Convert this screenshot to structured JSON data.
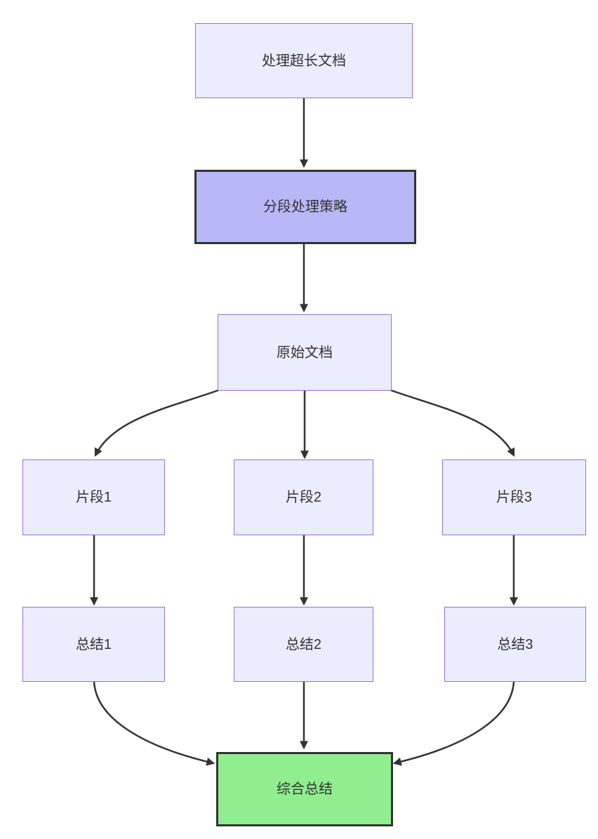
{
  "diagram": {
    "type": "flowchart",
    "direction": "top-down",
    "nodes": {
      "start": {
        "label": "处理超长文档",
        "style": "default"
      },
      "strategy": {
        "label": "分段处理策略",
        "style": "highlight"
      },
      "source": {
        "label": "原始文档",
        "style": "default"
      },
      "segment1": {
        "label": "片段1",
        "style": "default"
      },
      "segment2": {
        "label": "片段2",
        "style": "default"
      },
      "segment3": {
        "label": "片段3",
        "style": "default"
      },
      "summary1": {
        "label": "总结1",
        "style": "default"
      },
      "summary2": {
        "label": "总结2",
        "style": "default"
      },
      "summary3": {
        "label": "总结3",
        "style": "default"
      },
      "final": {
        "label": "综合总结",
        "style": "final"
      }
    },
    "edges": [
      {
        "from": "start",
        "to": "strategy"
      },
      {
        "from": "strategy",
        "to": "source"
      },
      {
        "from": "source",
        "to": "segment1"
      },
      {
        "from": "source",
        "to": "segment2"
      },
      {
        "from": "source",
        "to": "segment3"
      },
      {
        "from": "segment1",
        "to": "summary1"
      },
      {
        "from": "segment2",
        "to": "summary2"
      },
      {
        "from": "segment3",
        "to": "summary3"
      },
      {
        "from": "summary1",
        "to": "final"
      },
      {
        "from": "summary2",
        "to": "final"
      },
      {
        "from": "summary3",
        "to": "final"
      }
    ],
    "colors": {
      "background": "#ffffff",
      "node_fill": "#ECECFF",
      "node_border": "#9370DB",
      "highlight_fill": "#b8b8f8",
      "highlight_border": "#333333",
      "final_fill": "#90EE90",
      "final_border": "#333333",
      "edge": "#333333",
      "text": "#333333"
    }
  }
}
